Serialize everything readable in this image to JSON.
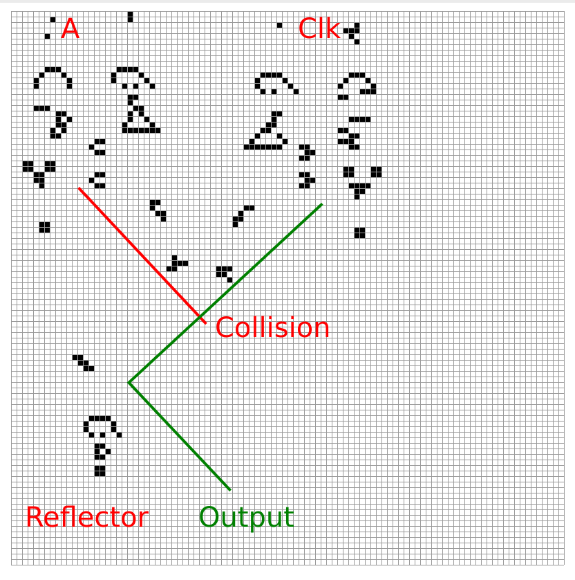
{
  "labels": {
    "a": {
      "text": "A",
      "color": "#ff0000"
    },
    "clk": {
      "text": "Clk",
      "color": "#ff0000"
    },
    "collision": {
      "text": "Collision",
      "color": "#ff0000"
    },
    "reflector": {
      "text": "Reflector",
      "color": "#ff0000"
    },
    "output": {
      "text": "Output",
      "color": "#008000"
    }
  },
  "colors": {
    "background": "#ffffff",
    "grid_line": "#9a9a9a",
    "live_cell": "#000000",
    "a_path": "#ff0000",
    "clock_path": "#008000"
  },
  "grid": {
    "columns": 100,
    "rows": 100
  },
  "live_cells": [
    [
      7,
      1
    ],
    [
      21,
      0
    ],
    [
      21,
      1
    ],
    [
      48,
      2
    ],
    [
      62,
      2
    ],
    [
      6,
      4
    ],
    [
      62,
      3
    ],
    [
      60,
      3
    ],
    [
      61,
      3
    ],
    [
      61,
      4
    ],
    [
      62,
      5
    ],
    [
      6,
      10
    ],
    [
      7,
      10
    ],
    [
      8,
      10
    ],
    [
      5,
      11
    ],
    [
      9,
      11
    ],
    [
      4,
      12
    ],
    [
      10,
      12
    ],
    [
      4,
      13
    ],
    [
      10,
      13
    ],
    [
      19,
      10
    ],
    [
      20,
      10
    ],
    [
      21,
      10
    ],
    [
      22,
      10
    ],
    [
      18,
      11
    ],
    [
      23,
      11
    ],
    [
      18,
      12
    ],
    [
      24,
      12
    ],
    [
      20,
      13
    ],
    [
      22,
      13
    ],
    [
      25,
      13
    ],
    [
      45,
      11
    ],
    [
      46,
      11
    ],
    [
      47,
      11
    ],
    [
      48,
      11
    ],
    [
      44,
      12
    ],
    [
      49,
      12
    ],
    [
      44,
      13
    ],
    [
      50,
      13
    ],
    [
      45,
      14
    ],
    [
      47,
      14
    ],
    [
      51,
      14
    ],
    [
      61,
      11
    ],
    [
      62,
      11
    ],
    [
      63,
      11
    ],
    [
      60,
      12
    ],
    [
      64,
      12
    ],
    [
      59,
      13
    ],
    [
      65,
      13
    ],
    [
      63,
      14
    ],
    [
      64,
      14
    ],
    [
      65,
      14
    ],
    [
      59,
      15
    ],
    [
      60,
      15
    ],
    [
      21,
      15
    ],
    [
      22,
      15
    ],
    [
      21,
      16
    ],
    [
      22,
      17
    ],
    [
      23,
      17
    ],
    [
      21,
      18
    ],
    [
      23,
      18
    ],
    [
      21,
      19
    ],
    [
      24,
      19
    ],
    [
      20,
      20
    ],
    [
      25,
      20
    ],
    [
      20,
      21
    ],
    [
      21,
      21
    ],
    [
      22,
      21
    ],
    [
      23,
      21
    ],
    [
      24,
      21
    ],
    [
      25,
      21
    ],
    [
      26,
      21
    ],
    [
      4,
      17
    ],
    [
      5,
      17
    ],
    [
      6,
      17
    ],
    [
      8,
      18
    ],
    [
      9,
      18
    ],
    [
      8,
      19
    ],
    [
      10,
      19
    ],
    [
      8,
      20
    ],
    [
      9,
      20
    ],
    [
      7,
      21
    ],
    [
      9,
      21
    ],
    [
      7,
      22
    ],
    [
      8,
      22
    ],
    [
      47,
      18
    ],
    [
      48,
      18
    ],
    [
      47,
      19
    ],
    [
      46,
      20
    ],
    [
      47,
      20
    ],
    [
      45,
      21
    ],
    [
      46,
      21
    ],
    [
      44,
      22
    ],
    [
      48,
      22
    ],
    [
      43,
      23
    ],
    [
      49,
      23
    ],
    [
      42,
      24
    ],
    [
      43,
      24
    ],
    [
      44,
      24
    ],
    [
      45,
      24
    ],
    [
      46,
      24
    ],
    [
      47,
      24
    ],
    [
      48,
      24
    ],
    [
      61,
      19
    ],
    [
      62,
      19
    ],
    [
      63,
      19
    ],
    [
      64,
      19
    ],
    [
      59,
      21
    ],
    [
      60,
      21
    ],
    [
      61,
      22
    ],
    [
      62,
      22
    ],
    [
      59,
      23
    ],
    [
      60,
      23
    ],
    [
      61,
      23
    ],
    [
      61,
      24
    ],
    [
      62,
      24
    ],
    [
      15,
      23
    ],
    [
      16,
      23
    ],
    [
      14,
      24
    ],
    [
      15,
      25
    ],
    [
      16,
      25
    ],
    [
      52,
      24
    ],
    [
      53,
      24
    ],
    [
      53,
      25
    ],
    [
      54,
      25
    ],
    [
      52,
      26
    ],
    [
      53,
      26
    ],
    [
      2,
      27
    ],
    [
      3,
      27
    ],
    [
      6,
      27
    ],
    [
      7,
      27
    ],
    [
      2,
      28
    ],
    [
      3,
      28
    ],
    [
      6,
      28
    ],
    [
      7,
      28
    ],
    [
      4,
      29
    ],
    [
      5,
      29
    ],
    [
      4,
      30
    ],
    [
      5,
      30
    ],
    [
      5,
      31
    ],
    [
      15,
      29
    ],
    [
      16,
      29
    ],
    [
      14,
      30
    ],
    [
      15,
      31
    ],
    [
      16,
      31
    ],
    [
      52,
      29
    ],
    [
      53,
      29
    ],
    [
      53,
      30
    ],
    [
      54,
      30
    ],
    [
      52,
      31
    ],
    [
      53,
      31
    ],
    [
      60,
      28
    ],
    [
      61,
      28
    ],
    [
      60,
      29
    ],
    [
      61,
      29
    ],
    [
      65,
      28
    ],
    [
      66,
      28
    ],
    [
      65,
      29
    ],
    [
      66,
      29
    ],
    [
      61,
      31
    ],
    [
      62,
      31
    ],
    [
      63,
      31
    ],
    [
      64,
      31
    ],
    [
      62,
      32
    ],
    [
      63,
      32
    ],
    [
      62,
      33
    ],
    [
      25,
      34
    ],
    [
      26,
      34
    ],
    [
      25,
      35
    ],
    [
      26,
      36
    ],
    [
      27,
      36
    ],
    [
      27,
      37
    ],
    [
      42,
      35
    ],
    [
      43,
      35
    ],
    [
      41,
      36
    ],
    [
      40,
      37
    ],
    [
      41,
      37
    ],
    [
      40,
      38
    ],
    [
      5,
      38
    ],
    [
      6,
      38
    ],
    [
      5,
      39
    ],
    [
      6,
      39
    ],
    [
      62,
      39
    ],
    [
      63,
      39
    ],
    [
      62,
      40
    ],
    [
      63,
      40
    ],
    [
      29,
      44
    ],
    [
      29,
      45
    ],
    [
      30,
      45
    ],
    [
      31,
      45
    ],
    [
      28,
      46
    ],
    [
      29,
      46
    ],
    [
      37,
      46
    ],
    [
      38,
      46
    ],
    [
      39,
      46
    ],
    [
      37,
      47
    ],
    [
      38,
      47
    ],
    [
      39,
      48
    ],
    [
      11,
      62
    ],
    [
      12,
      62
    ],
    [
      12,
      63
    ],
    [
      13,
      63
    ],
    [
      13,
      64
    ],
    [
      14,
      64
    ],
    [
      14,
      73
    ],
    [
      15,
      73
    ],
    [
      16,
      73
    ],
    [
      17,
      73
    ],
    [
      13,
      74
    ],
    [
      18,
      74
    ],
    [
      13,
      75
    ],
    [
      18,
      75
    ],
    [
      14,
      76
    ],
    [
      16,
      76
    ],
    [
      19,
      76
    ],
    [
      15,
      78
    ],
    [
      16,
      78
    ],
    [
      15,
      79
    ],
    [
      17,
      79
    ],
    [
      15,
      80
    ],
    [
      16,
      80
    ],
    [
      15,
      82
    ],
    [
      16,
      82
    ],
    [
      15,
      83
    ],
    [
      16,
      83
    ]
  ],
  "paths": {
    "a_path": [
      [
        12.2,
        31.9
      ],
      [
        35.3,
        56.5
      ]
    ],
    "clock_path": [
      [
        56.3,
        34.8
      ],
      [
        21.3,
        67.1
      ],
      [
        39.7,
        86.6
      ]
    ]
  }
}
